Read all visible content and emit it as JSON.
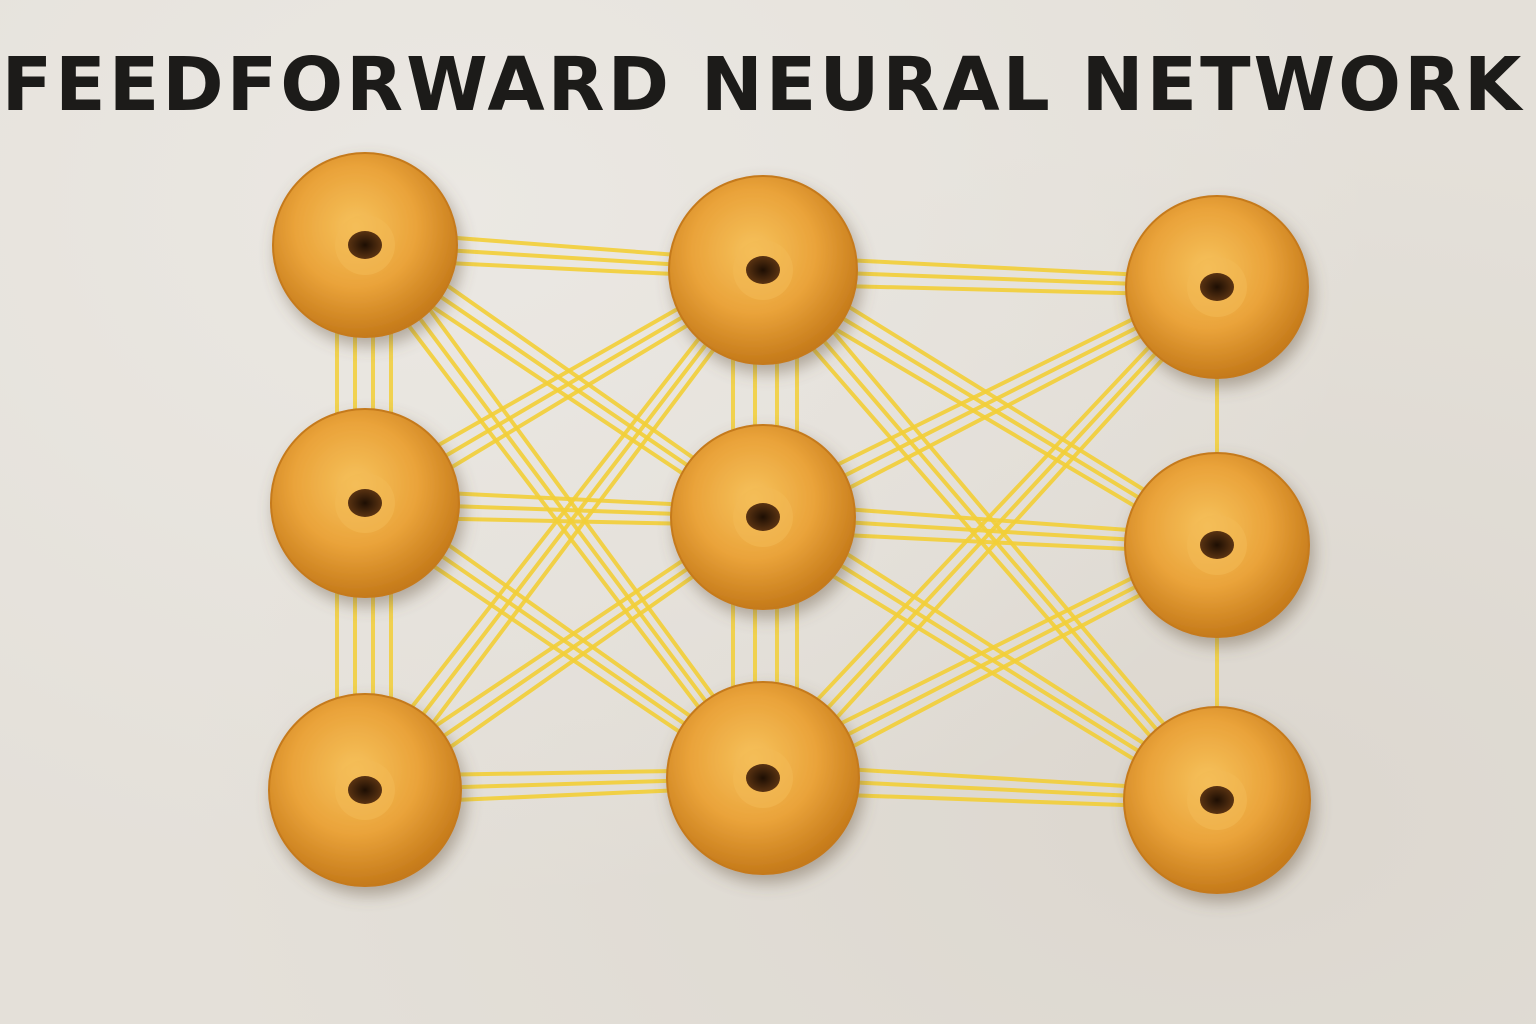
{
  "title": "FEEDFORWARD NEURAL NETWORK",
  "colors": {
    "background": "#e4e0d9",
    "title_text": "#1c1b19",
    "node_fill": "#eaa33a",
    "node_edge": "#c57a1a",
    "node_hole": "#2a1606",
    "connection": "#f3cf37"
  },
  "diagram": {
    "type": "feedforward-network",
    "node_style": "donut",
    "layers": [
      {
        "name": "layer-1",
        "nodes": 3
      },
      {
        "name": "layer-2",
        "nodes": 3
      },
      {
        "name": "layer-3",
        "nodes": 3
      }
    ],
    "connectivity": "fully-connected between adjacent layers"
  }
}
